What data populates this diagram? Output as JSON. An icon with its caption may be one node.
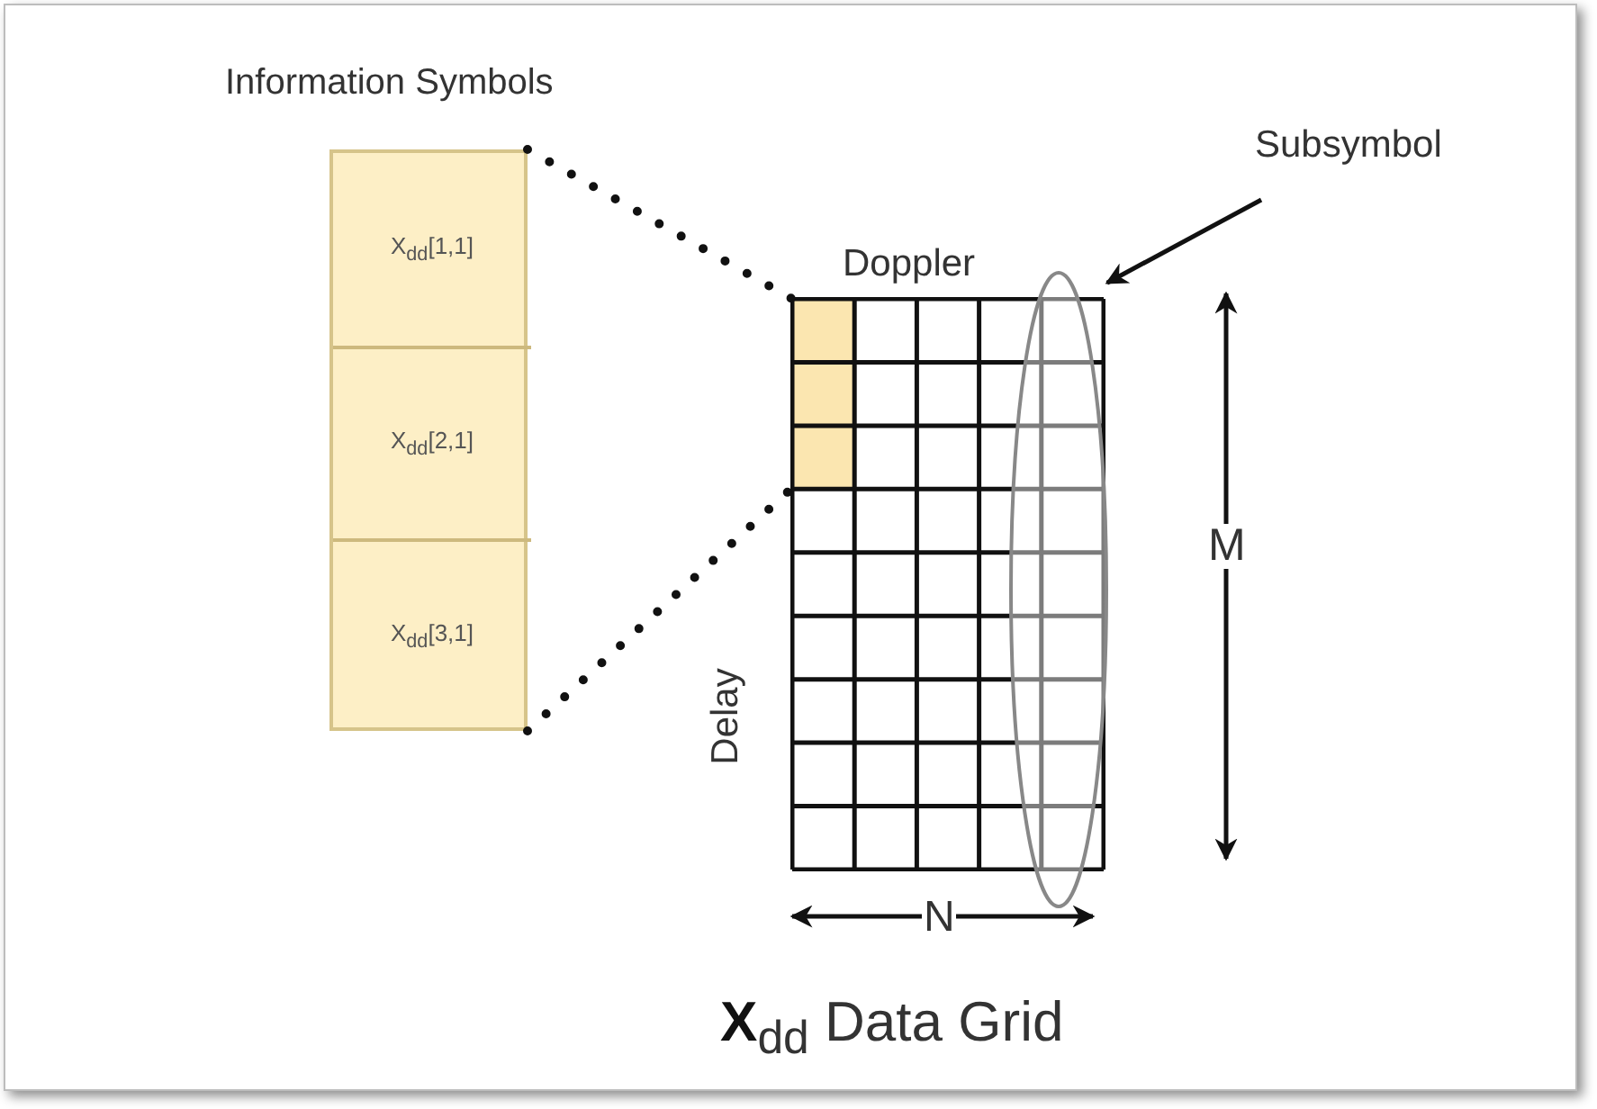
{
  "diagram": {
    "caption": "**X**$_{dd}$ Data Grid",
    "nodes": [
      {
        "text": [
          "Information Symbols"
        ]
      },
      {
        "text": [
          "X$_{dd}$[1,1]"
        ],
        "in": 0
      },
      {
        "text": [
          "X$_{dd}$[2,1]"
        ],
        "in": 0
      },
      {
        "text": [
          "X$_{dd}$[3,1]"
        ],
        "in": 0
      },
      {
        "text": [],
        "shape": "box"
      },
      {
        "text": [],
        "shape": "box",
        "in": 4
      },
      {
        "text": [
          "Subsymbol"
        ]
      },
      {
        "text": [],
        "shape": "ellipse"
      }
    ],
    "edges": [
      {
        "from": 0,
        "to": 5,
        "arrow": "none",
        "style": "dashed"
      },
      {
        "from": 0,
        "to": 5,
        "arrow": "none",
        "style": "dashed"
      },
      {
        "from": 6,
        "to": 7,
        "arrow": "to"
      }
    ],
    "labels": [
      "Doppler",
      "Delay",
      "M",
      "N"
    ]
  }
}
